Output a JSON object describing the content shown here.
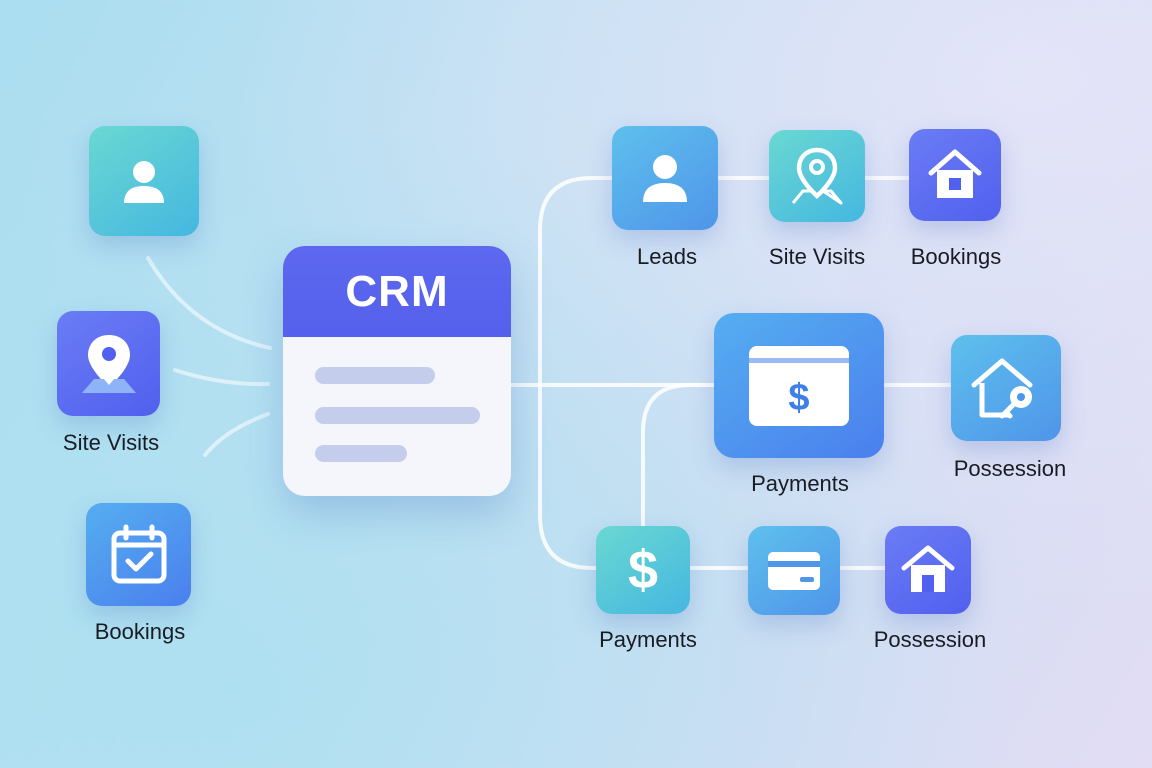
{
  "crm": {
    "title": "CRM"
  },
  "left": {
    "site_visits_label": "Site Visits",
    "bookings_label": "Bookings"
  },
  "top_row": {
    "leads_label": "Leads",
    "site_visits_label": "Site Visits",
    "bookings_label": "Bookings"
  },
  "middle_row": {
    "payments_label": "Payments",
    "possession_label": "Possession"
  },
  "bottom_row": {
    "payments_label": "Payments",
    "possession_label": "Possession"
  },
  "icons": {
    "left_user": "user-icon",
    "left_location": "location-pin-icon",
    "left_calendar": "calendar-check-icon",
    "leads": "user-icon",
    "site_visits": "location-pin-icon",
    "bookings": "home-icon",
    "payments_card": "payment-card-dollar-icon",
    "possession_key": "home-key-icon",
    "payments_dollar": "dollar-icon",
    "credit_card": "credit-card-icon",
    "possession_home": "home-icon"
  },
  "colors": {
    "crm_header": "#5560ec",
    "tile_teal": "#45b7e0",
    "tile_blue": "#4a7fee",
    "tile_indigo": "#5160ee",
    "connector": "#ffffff"
  }
}
